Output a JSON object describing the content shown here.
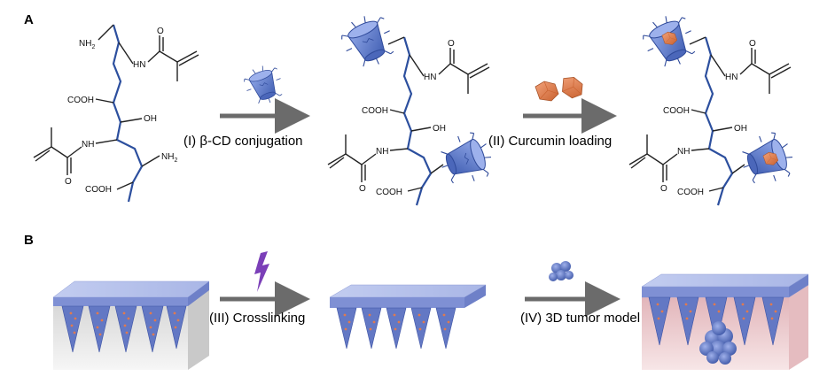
{
  "panels": {
    "a": "A",
    "b": "B"
  },
  "steps": {
    "s1": "(I) β-CD conjugation",
    "s2": "(II) Curcumin loading",
    "s3": "(III) Crosslinking",
    "s4": "(IV) 3D tumor model"
  },
  "chem": {
    "nh2": "NH",
    "sub2": "2",
    "cooh": "COOH",
    "oh": "OH",
    "hn": "HN",
    "nh": "NH",
    "o": "O"
  },
  "colors": {
    "chain": "#2c4f9e",
    "cyclodextrin": "#5b79c8",
    "curcumin": "#e07a4f",
    "patch": "#aab8e6",
    "tissue": "#e9c3c6",
    "lightning": "#7b3fb8"
  },
  "icons": [
    "cyclodextrin-icon",
    "curcumin-icon",
    "lightning-icon",
    "tumor-spheroid-icon"
  ]
}
